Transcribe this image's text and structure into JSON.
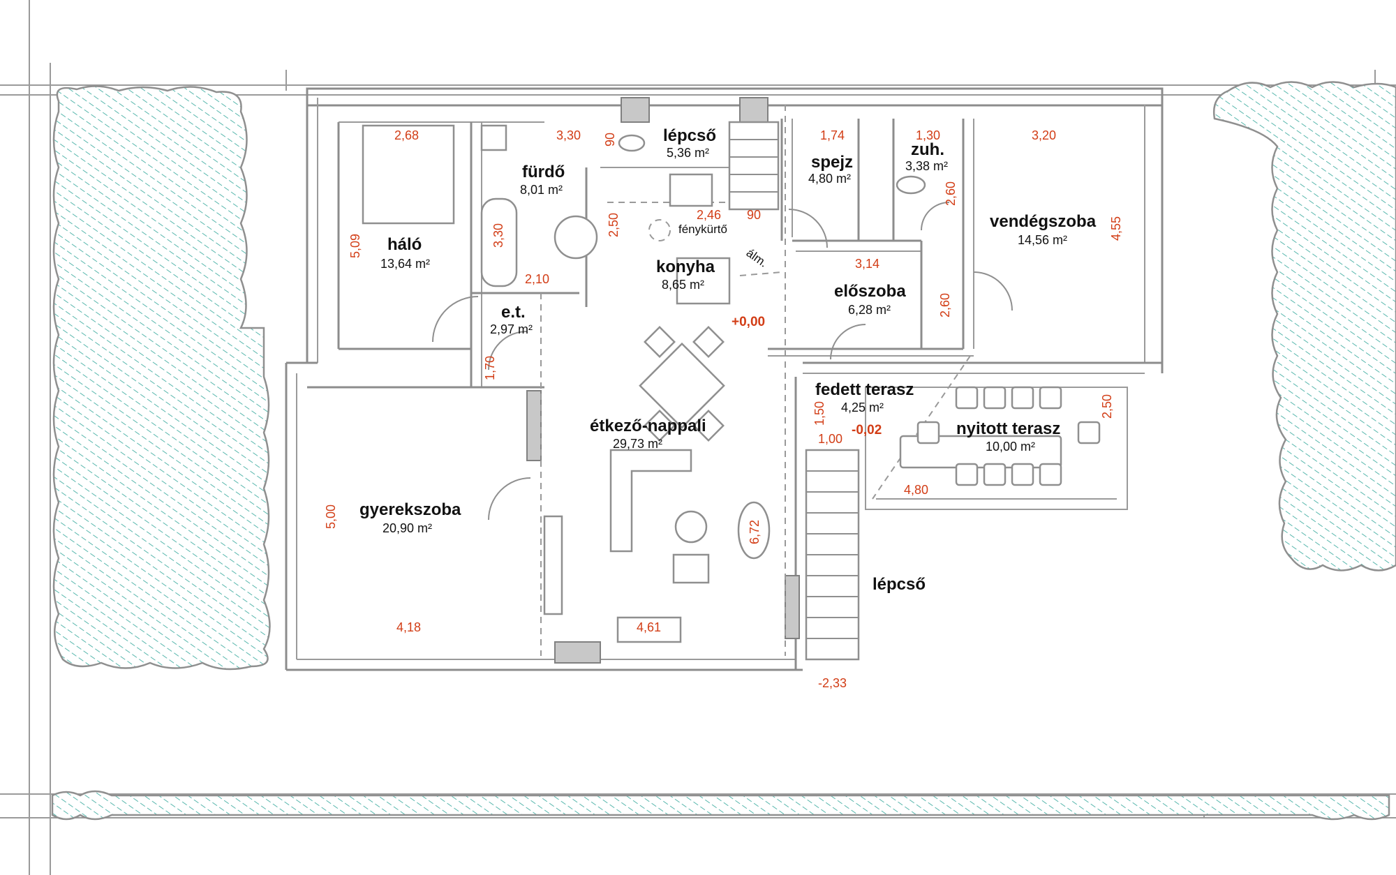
{
  "colors": {
    "wall": "#8c8c8c",
    "dimension": "#d23d16",
    "hedge_hatch": "#58b7ad",
    "text": "#111111"
  },
  "rooms": {
    "halo": {
      "name": "háló",
      "area": "13,64 m²"
    },
    "furdo": {
      "name": "fürdő",
      "area": "8,01 m²"
    },
    "lepcso_top": {
      "name": "lépcső",
      "area": "5,36 m²"
    },
    "spejz": {
      "name": "spejz",
      "area": "4,80 m²"
    },
    "zuh": {
      "name": "zuh.",
      "area": "3,38 m²"
    },
    "vendegszoba": {
      "name": "vendégszoba",
      "area": "14,56 m²"
    },
    "konyha": {
      "name": "konyha",
      "area": "8,65 m²"
    },
    "eloszoba": {
      "name": "előszoba",
      "area": "6,28 m²"
    },
    "et": {
      "name": "e.t.",
      "area": "2,97 m²"
    },
    "fedett_terasz": {
      "name": "fedett terasz",
      "area": "4,25 m²"
    },
    "nyitott_terasz": {
      "name": "nyitott terasz",
      "area": "10,00 m²"
    },
    "etkezo_nappali": {
      "name": "étkező-nappali",
      "area": "29,73 m²"
    },
    "gyerekszoba": {
      "name": "gyerekszoba",
      "area": "20,90 m²"
    },
    "lepcso_bottom": {
      "name": "lépcső"
    }
  },
  "labels": {
    "fenykurto": "fénykürtő",
    "alm": "álm."
  },
  "levels": {
    "ground": "+0,00",
    "terrace": "-0,02",
    "bottom": "-2,33"
  },
  "dimensions": {
    "d268": "2,68",
    "d330top": "3,30",
    "d90a": "90",
    "d174": "1,74",
    "d130": "1,30",
    "d320": "3,20",
    "d260a": "2,60",
    "d455": "4,55",
    "d509": "5,09",
    "d330v": "3,30",
    "d210": "2,10",
    "d250": "2,50",
    "d246": "2,46",
    "d90b": "90",
    "d314": "3,14",
    "d260b": "2,60",
    "d170": "1,70",
    "d150": "1,50",
    "d100": "1,00",
    "d250b": "2,50",
    "d480": "4,80",
    "d672": "6,72",
    "d500": "5,00",
    "d418": "4,18",
    "d461": "4,61"
  }
}
